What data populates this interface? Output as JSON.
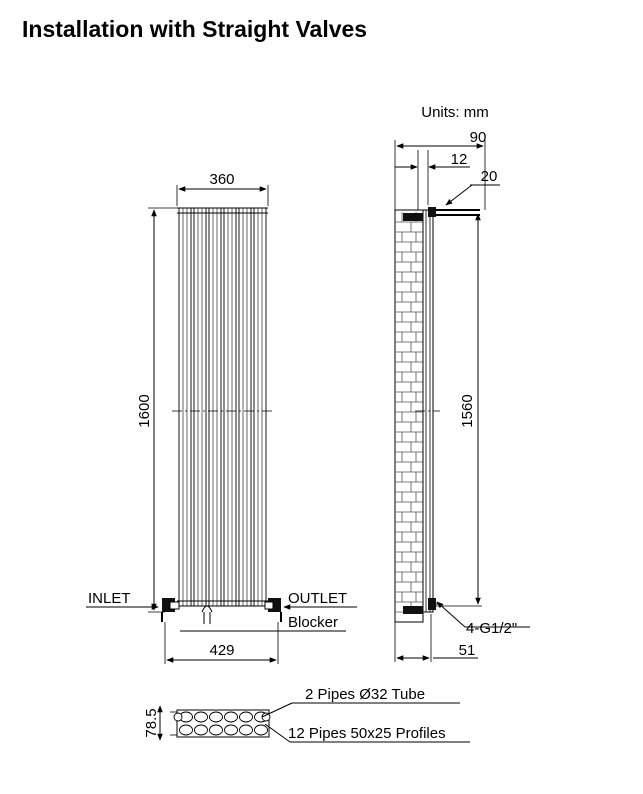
{
  "title": "Installation with Straight Valves",
  "units": "Units: mm",
  "front": {
    "width": "360",
    "height": "1600",
    "valve_span": "429",
    "inlet": "INLET",
    "outlet": "OUTLET",
    "blocker": "Blocker"
  },
  "side": {
    "depth": "90",
    "d12": "12",
    "d20": "20",
    "height": "1560",
    "thread": "4-G1/2\"",
    "bottom": "51"
  },
  "section": {
    "depth": "78.5",
    "tube_label": "2 Pipes Ø32  Tube",
    "profile_label": "12 Pipes 50x25  Profiles"
  }
}
